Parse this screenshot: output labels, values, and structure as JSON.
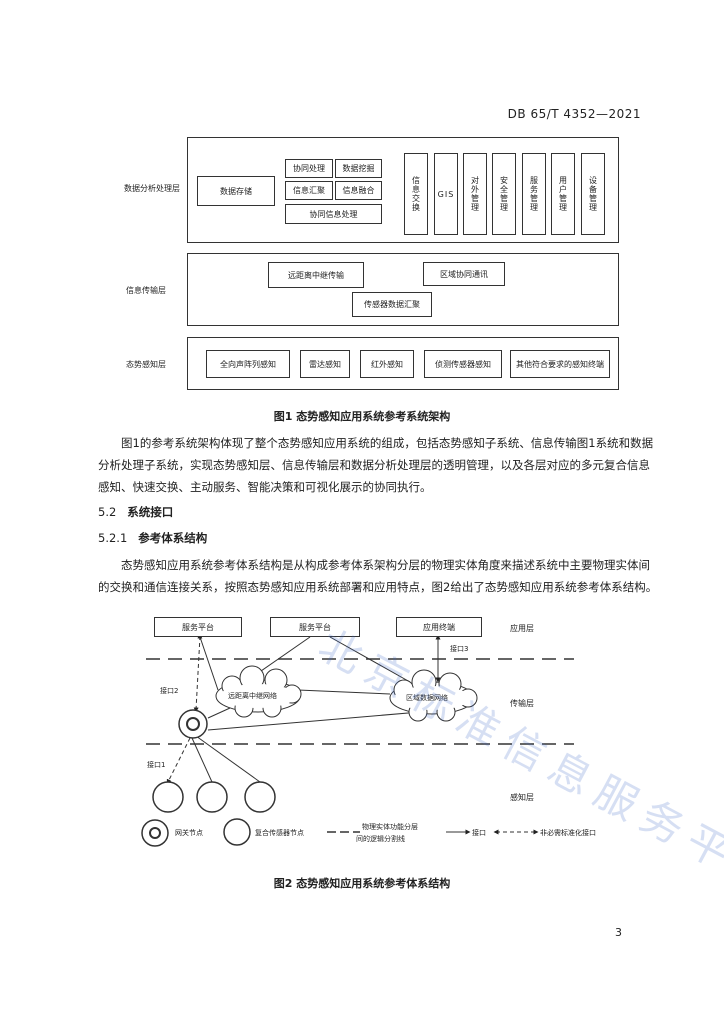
{
  "header": {
    "doc_id": "DB 65/T 4352—2021"
  },
  "figure1": {
    "layers": {
      "data_layer": "数据分析处理层",
      "transport_layer": "信息传输层",
      "sensing_layer": "态势感知层"
    },
    "data_boxes": {
      "storage": "数据存储",
      "coop_processing": "协同处理",
      "data_mining": "数据挖掘",
      "info_aggregation": "信息汇聚",
      "info_fusion": "信息融合",
      "coop_info_processing": "协同信息处理"
    },
    "vertical_boxes": [
      "信息交换",
      "GIS",
      "对外管理",
      "安全管理",
      "服务管理",
      "用户管理",
      "设备管理"
    ],
    "transport_boxes": {
      "long_distance": "远距离中继传输",
      "regional": "区域协同通讯",
      "sensor_data": "传感器数据汇聚"
    },
    "sensing_boxes": [
      "全向声阵列感知",
      "雷达感知",
      "红外感知",
      "侦测传感器感知",
      "其他符合要求的感知终端"
    ],
    "caption": "图1   态势感知应用系统参考系统架构"
  },
  "paragraph1": "图1的参考系统架构体现了整个态势感知应用系统的组成，包括态势感知子系统、信息传输图1系统和数据分析处理子系统，实现态势感知层、信息传输层和数据分析处理层的透明管理，以及各层对应的多元复合信息感知、快速交换、主动服务、智能决策和可视化展示的协同执行。",
  "section_5_2": {
    "number": "5.2",
    "title": "系统接口"
  },
  "section_5_2_1": {
    "number": "5.2.1",
    "title": "参考体系结构"
  },
  "paragraph2": "态势感知应用系统参考体系结构是从构成参考体系架构分层的物理实体角度来描述系统中主要物理实体间的交换和通信连接关系，按照态势感知应用系统部署和应用特点，图2给出了态势感知应用系统参考体系结构。",
  "figure2": {
    "top_boxes": [
      "服务平台",
      "服务平台",
      "应用终端"
    ],
    "layer_labels": {
      "app": "应用层",
      "transport": "传输层",
      "sensing": "感知层"
    },
    "clouds": {
      "long_distance": "远距离中继网络",
      "regional": "区域数据网络"
    },
    "interfaces": {
      "i1": "接口1",
      "i2": "接口2",
      "i3": "接口3"
    },
    "legend": {
      "gateway": "网关节点",
      "sensor": "复合传感器节点",
      "layer_line_1": "物理实体功能分层",
      "layer_line_2": "间的逻辑分割线",
      "interface": "接口",
      "optional_interface": "非必需标准化接口"
    },
    "caption": "图2   态势感知应用系统参考体系结构"
  },
  "watermark": "北京标准信息服务平台",
  "page_number": "3"
}
